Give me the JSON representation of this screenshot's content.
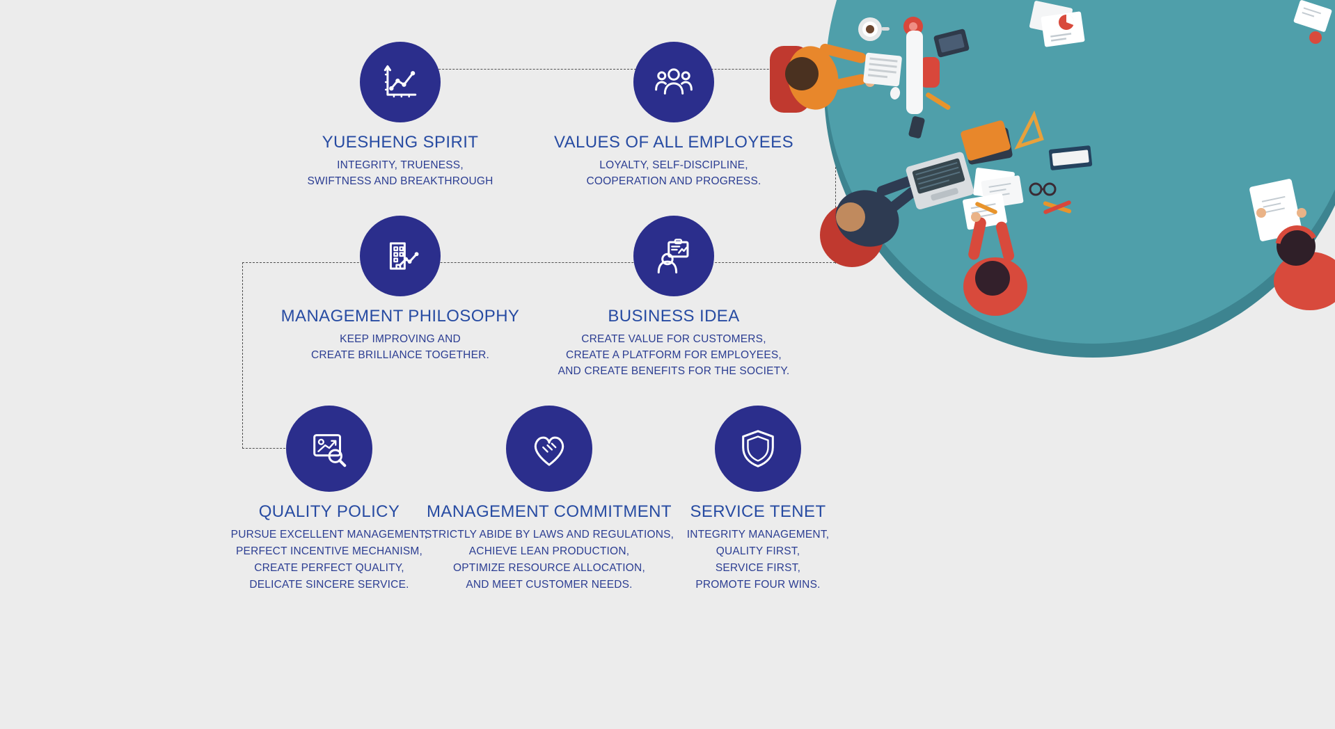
{
  "colors": {
    "background": "#ececec",
    "circle": "#2b2e8c",
    "title": "#274ba2",
    "description": "#2b3d92",
    "connector": "#4d4d4d",
    "illustration_table": "#4f9faa"
  },
  "items": [
    {
      "id": "yuesheng-spirit",
      "icon": "growth-chart-icon",
      "title": "YUESHENG SPIRIT",
      "desc": [
        "INTEGRITY, TRUENESS,",
        "SWIFTNESS AND BREAKTHROUGH"
      ]
    },
    {
      "id": "values-of-all-employees",
      "icon": "team-icon",
      "title": "VALUES OF ALL EMPLOYEES",
      "desc": [
        "LOYALTY, SELF-DISCIPLINE,",
        "COOPERATION AND PROGRESS."
      ]
    },
    {
      "id": "management-philosophy",
      "icon": "building-trend-icon",
      "title": "MANAGEMENT PHILOSOPHY",
      "desc": [
        "KEEP IMPROVING AND",
        "CREATE BRILLIANCE TOGETHER."
      ]
    },
    {
      "id": "business-idea",
      "icon": "presentation-icon",
      "title": "BUSINESS IDEA",
      "desc": [
        "CREATE VALUE FOR CUSTOMERS,",
        "CREATE A PLATFORM FOR EMPLOYEES,",
        "AND CREATE BENEFITS FOR THE SOCIETY."
      ]
    },
    {
      "id": "quality-policy",
      "icon": "quality-inspection-icon",
      "title": "QUALITY POLICY",
      "desc": [
        "PURSUE EXCELLENT MANAGEMENT,",
        "PERFECT INCENTIVE MECHANISM,",
        "CREATE PERFECT QUALITY,",
        "DELICATE SINCERE SERVICE."
      ]
    },
    {
      "id": "management-commitment",
      "icon": "handshake-heart-icon",
      "title": "MANAGEMENT COMMITMENT",
      "desc": [
        "STRICTLY ABIDE BY LAWS AND REGULATIONS,",
        "ACHIEVE LEAN PRODUCTION,",
        "OPTIMIZE RESOURCE ALLOCATION,",
        "AND MEET CUSTOMER NEEDS."
      ]
    },
    {
      "id": "service-tenet",
      "icon": "shield-icon",
      "title": "SERVICE TENET",
      "desc": [
        "INTEGRITY MANAGEMENT,",
        "QUALITY FIRST,",
        "SERVICE FIRST,",
        "PROMOTE FOUR WINS."
      ]
    }
  ],
  "illustration": {
    "name": "team-meeting-top-view"
  }
}
